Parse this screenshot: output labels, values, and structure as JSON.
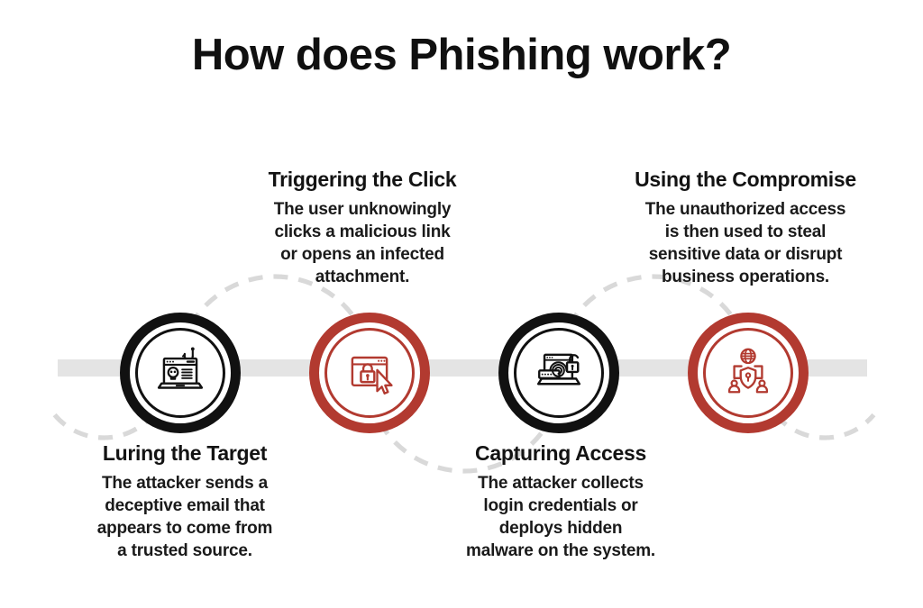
{
  "title": "How does Phishing work?",
  "colors": {
    "ink_black": "#111111",
    "accent_red": "#B23A30",
    "band_gray": "#E4E4E4",
    "dash_gray": "#D9D9D9"
  },
  "timeline": {
    "band": "horizontal gray bar behind circles",
    "connector": "dashed light-gray arcs weaving above and below the steps"
  },
  "steps": [
    {
      "order": 1,
      "accent": "black",
      "text_position": "below-circle",
      "icon": "laptop-skull-phishing-hook-icon",
      "heading": "Luring the Target",
      "body": "The attacker sends a\ndeceptive email that\nappears to come from\na trusted source."
    },
    {
      "order": 2,
      "accent": "red",
      "text_position": "above-circle",
      "icon": "browser-padlock-cursor-click-icon",
      "heading": "Triggering the Click",
      "body": "The user unknowingly\nclicks a malicious link\nor opens an infected\nattachment."
    },
    {
      "order": 3,
      "accent": "black",
      "text_position": "below-circle",
      "icon": "laptop-fingerprint-password-unlock-icon",
      "heading": "Capturing Access",
      "body": "The attacker collects\nlogin credentials or\ndeploys hidden\nmalware on the system."
    },
    {
      "order": 4,
      "accent": "red",
      "text_position": "above-circle",
      "icon": "globe-shield-users-network-icon",
      "heading": "Using the Compromise",
      "body": "The unauthorized access\nis then used to steal\nsensitive data or disrupt\nbusiness operations."
    }
  ]
}
